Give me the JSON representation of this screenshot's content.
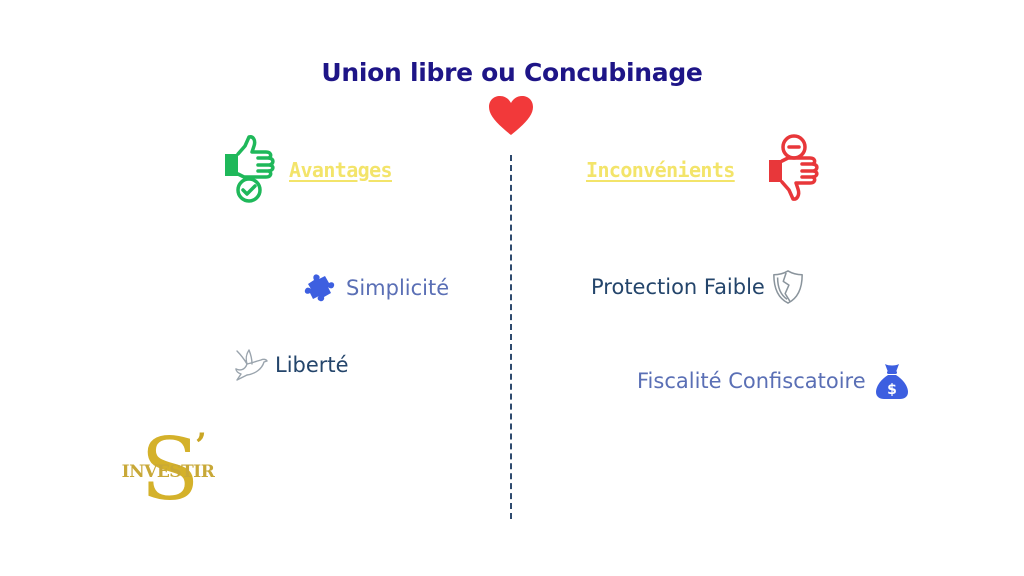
{
  "title": "Union libre ou Concubinage",
  "colors": {
    "title": "#1e1587",
    "heart": "#f2393a",
    "heading": "#f3e46a",
    "advantages_icon": "#1fb85a",
    "disadvantages_icon": "#e8373a",
    "item_blue": "#5a6fb5",
    "item_navy": "#24456b",
    "icon_blue": "#3d5fe0",
    "divider": "#2e4a6e",
    "logo_gold": "#d4b12a"
  },
  "left": {
    "heading": "Avantages",
    "heading_icon": "thumbs-up-check-icon",
    "items": [
      {
        "label": "Simplicité",
        "icon": "puzzle-piece-icon"
      },
      {
        "label": "Liberté",
        "icon": "dove-icon"
      }
    ]
  },
  "right": {
    "heading": "Inconvénients",
    "heading_icon": "thumbs-down-minus-icon",
    "items": [
      {
        "label": "Protection Faible",
        "icon": "broken-shield-icon"
      },
      {
        "label": "Fiscalité Confiscatoire",
        "icon": "money-bag-icon"
      }
    ]
  },
  "logo": {
    "letter": "S",
    "apostrophe": "’",
    "word": "INVESTIR"
  }
}
